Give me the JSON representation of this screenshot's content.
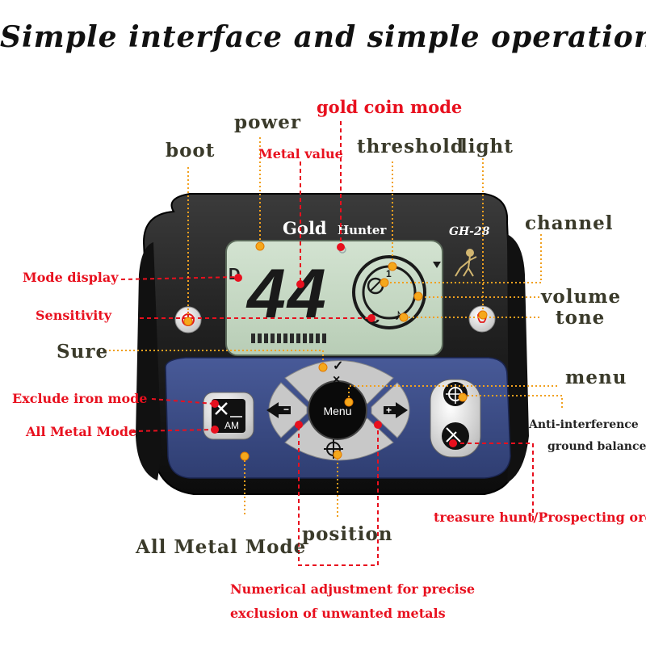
{
  "headline": "Simple interface and simple operation",
  "device": {
    "brand_word1": "Gold",
    "brand_word2": "Hunter",
    "model": "GH-28",
    "display_value": "44",
    "menu_button_label": "Menu",
    "am_button_label": "AM",
    "plus_sign": "+",
    "minus_sign": "−",
    "confirm_glyph": "✓",
    "cancel_glyph": "×"
  },
  "labels": {
    "power": "power",
    "gold_coin_mode": "gold coin mode",
    "boot": "boot",
    "metal_value": "Metal value",
    "threshold": "threshold",
    "light": "light",
    "channel": "channel",
    "mode_display": "Mode display",
    "volume": "volume",
    "sensitivity": "Sensitivity",
    "tone": "tone",
    "sure": "Sure",
    "menu": "menu",
    "exclude_iron_mode": "Exclude iron mode",
    "all_metal_mode_left": "All Metal Mode",
    "anti_interference": "Anti-interference",
    "ground_balance": "ground balance",
    "treasure_hunt": "treasure hunt/Prospecting ore",
    "all_metal_mode_bottom": "All Metal Mode",
    "position": "position",
    "numerical_line1": "Numerical adjustment for precise",
    "numerical_line2": "exclusion of unwanted metals"
  },
  "colors": {
    "leader_red": "#e8101e",
    "leader_orange": "#f0a020",
    "panel_blue": "#3d4f8a",
    "lcd_green": "#c5d8c3",
    "dot_orange": "#f5a81c"
  }
}
